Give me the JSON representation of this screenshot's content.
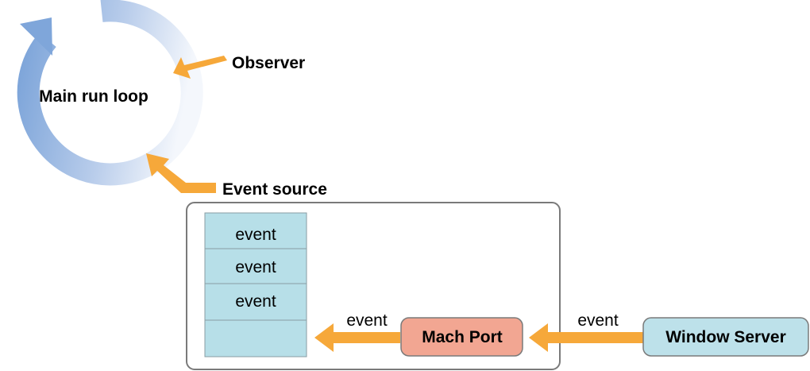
{
  "run_loop": {
    "label": "Main run loop"
  },
  "observer": {
    "label": "Observer"
  },
  "event_source": {
    "label": "Event source"
  },
  "queue": {
    "items": [
      "event",
      "event",
      "event",
      ""
    ]
  },
  "mach_port": {
    "label": "Mach Port"
  },
  "window_server": {
    "label": "Window Server"
  },
  "arrows": {
    "port_to_queue_label": "event",
    "server_to_port_label": "event"
  },
  "colors": {
    "ring_dark": "#7fa6da",
    "ring_light": "#f4f7fc",
    "arrow_orange": "#f6a83a",
    "queue_fill": "#b7dfe8",
    "mach_port_fill": "#f2a692",
    "window_server_fill": "#bde1ea",
    "box_stroke": "#7a7a7a"
  }
}
